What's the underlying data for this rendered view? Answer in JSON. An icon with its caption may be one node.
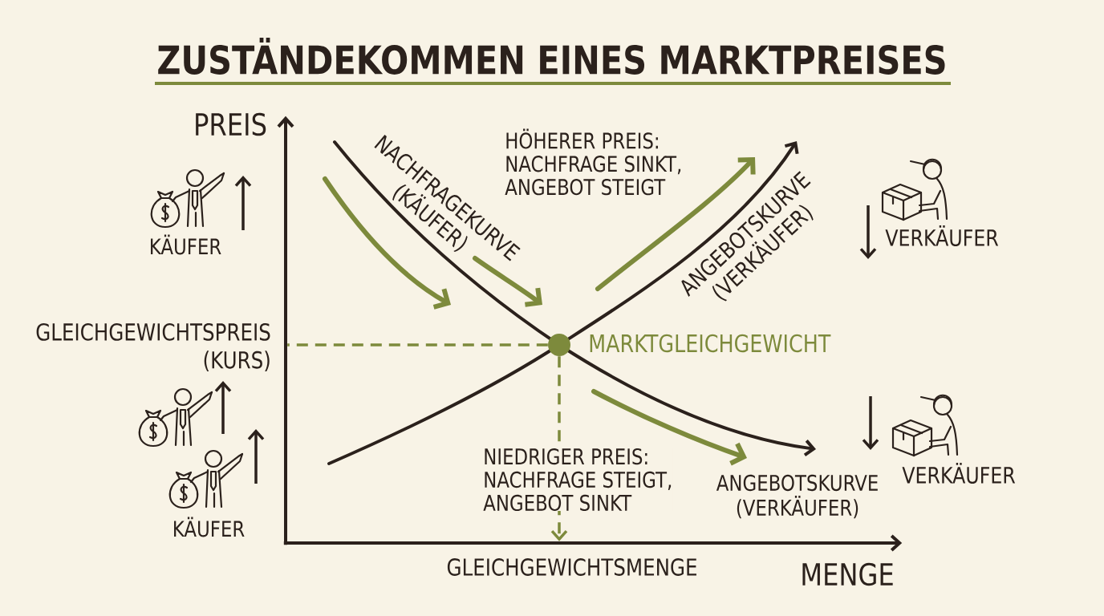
{
  "diagram": {
    "title": "ZUSTÄNDEKOMMEN EINES MARKTPREISES",
    "nodes": [
      {
        "text": [],
        "shape": "line",
        "beside": [
          "PREIS"
        ]
      },
      {
        "text": [],
        "shape": "circle",
        "beside": [
          "MARKTGLEICHGEWICHT"
        ]
      },
      {
        "text": [],
        "shape": "line",
        "beside": [
          "MENGE"
        ]
      }
    ],
    "edges": [
      {
        "from": 1,
        "to": 0,
        "arrow": "none",
        "style": "dashed",
        "color": "#7d8a3c"
      },
      {
        "from": 1,
        "to": 2,
        "arrow": "to",
        "style": "dashed",
        "color": "#7d8a3c"
      }
    ],
    "labels": [
      "HÖHERER PREIS: NACHFRAGE SINKT, ANGEBOT STEIGT",
      "NACHFRAGEKURVE (KÄUFER)",
      "ANGEBOTSKURVE (VERKÄUFER)",
      "VERKÄUFER",
      "KÄUFER",
      "GLEICHGEWICHTSPREIS (KURS)",
      "NIEDRIGER PREIS: NACHFRAGE STEIGT, ANGEBOT SINKT",
      "VERKÄUFER",
      "ANGEBOTSKURVE (VERKÄUFER)",
      "KÄUFER",
      "GLEICHGEWICHTSMENGE"
    ]
  }
}
